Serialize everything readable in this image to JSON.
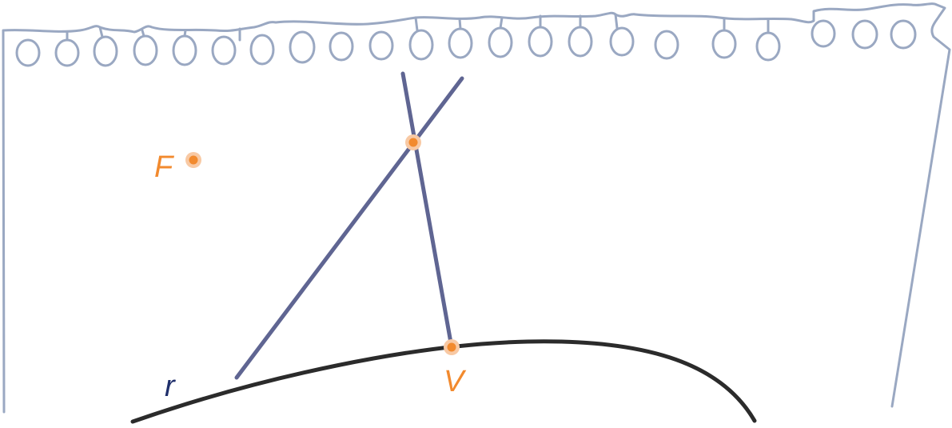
{
  "labels": {
    "focus": "F",
    "vertex": "V",
    "curve": "r"
  },
  "colors": {
    "background": "#ffffff",
    "notebook_outline": "#9aa8c2",
    "construction_lines": "#5f6592",
    "curve": "#2b2b2b",
    "points": "#f28a2e",
    "point_halo": "#f8c9a4",
    "label_orange": "#f28a2e",
    "label_navy": "#1f2f6b"
  }
}
